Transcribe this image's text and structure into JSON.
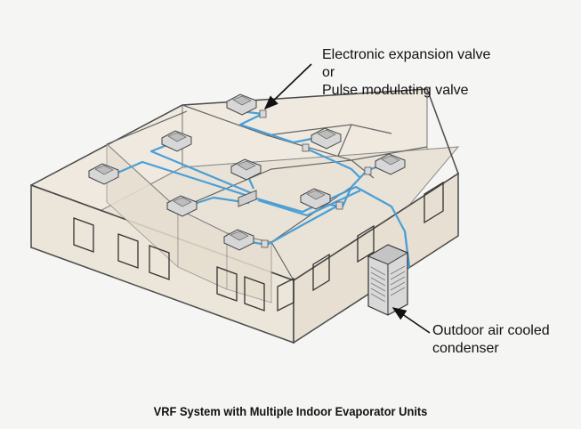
{
  "labels": {
    "valve_line1": "Electronic expansion valve",
    "valve_line2": "or",
    "valve_line3": "Pulse modulating valve",
    "condenser_line1": "Outdoor air cooled",
    "condenser_line2": "condenser"
  },
  "caption": "VRF System with Multiple Indoor Evaporator Units",
  "colors": {
    "background": "#f5f5f4",
    "building_wall": "#ece5d9",
    "building_edge": "#4a4a4a",
    "piping": "#4a9fd6",
    "unit": "#d7d7d7"
  }
}
